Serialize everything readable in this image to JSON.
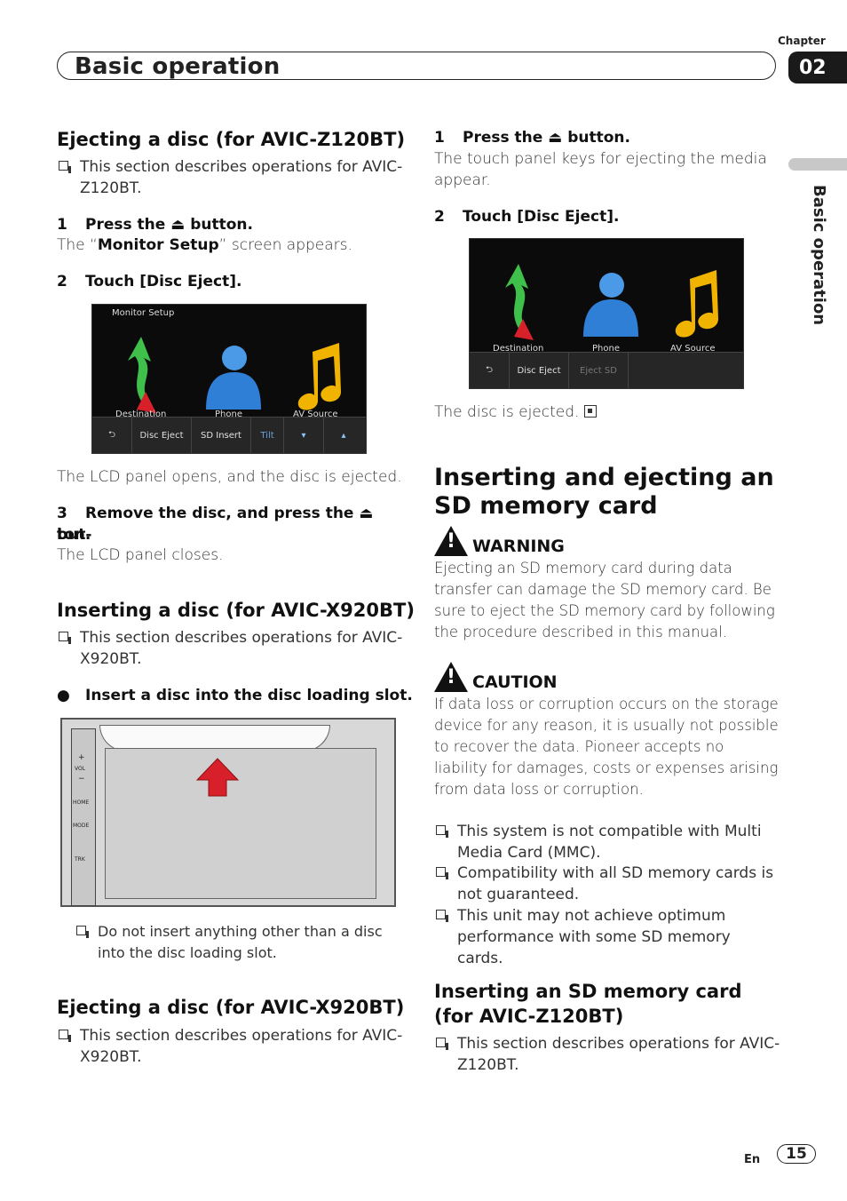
{
  "header": {
    "title": "Basic operation",
    "chapter_label": "Chapter",
    "chapter_number": "02",
    "side_tab": "Basic operation"
  },
  "left": {
    "sec1": {
      "heading": "Ejecting a disc (for AVIC-Z120BT)",
      "note": "This section describes operations for AVIC-Z120BT.",
      "step1_num": "1",
      "step1_pre": "Press the ",
      "step1_sym": "⏏",
      "step1_post": " button.",
      "step1_desc_pre": "The “",
      "step1_desc_bold": "Monitor Setup",
      "step1_desc_post": "” screen appears.",
      "step2_num": "2",
      "step2": "Touch [Disc Eject].",
      "screen": {
        "title": "Monitor Setup",
        "labels": [
          "Destination",
          "Phone",
          "AV Source"
        ],
        "buttons": [
          "Disc Eject",
          "SD Insert",
          "Tilt"
        ]
      },
      "after_screen": "The LCD panel opens, and the disc is ejected.",
      "step3_num": "3",
      "step3_pre": "Remove the disc, and press the ",
      "step3_sym": "⏏",
      "step3_post": " but-",
      "step3_line2": "ton.",
      "step3_desc": "The LCD panel closes."
    },
    "sec2": {
      "heading": "Inserting a disc (for AVIC-X920BT)",
      "note": "This section describes operations for AVIC-X920BT.",
      "dot_step": "Insert a disc into the disc loading slot.",
      "device_labels": {
        "vol": "VOL",
        "home": "HOME",
        "mode": "MODE",
        "trk": "TRK",
        "plus": "+",
        "minus": "−"
      },
      "note2": "Do not insert anything other than a disc into the disc loading slot."
    },
    "sec3": {
      "heading": "Ejecting a disc (for AVIC-X920BT)",
      "note": "This section describes operations for AVIC-X920BT."
    }
  },
  "right": {
    "step1_num": "1",
    "step1_pre": "Press the ",
    "step1_sym": "⏏",
    "step1_post": " button.",
    "step1_desc": "The touch panel keys for ejecting the media appear.",
    "step2_num": "2",
    "step2": "Touch [Disc Eject].",
    "screen": {
      "labels": [
        "Destination",
        "Phone",
        "AV Source"
      ],
      "buttons": [
        "Disc Eject",
        "Eject SD"
      ]
    },
    "after_screen": "The disc is ejected.",
    "heading_big_1": "Inserting and ejecting an",
    "heading_big_2": "SD memory card",
    "warning_title": "WARNING",
    "warning_text": "Ejecting an SD memory card during data transfer can damage the SD memory card. Be sure to eject the SD memory card by following the procedure described in this manual.",
    "caution_title": "CAUTION",
    "caution_text": "If data loss or corruption occurs on the storage device for any reason, it is usually not possible to recover the data. Pioneer accepts no liability for damages, costs or expenses arising from data loss or corruption.",
    "bullets": [
      "This system is not compatible with Multi Media Card (MMC).",
      "Compatibility with all SD memory cards is not guaranteed.",
      "This unit may not achieve optimum performance with some SD memory cards."
    ],
    "sub_heading_1": "Inserting an SD memory card",
    "sub_heading_2": "(for AVIC-Z120BT)",
    "sub_note": "This section describes operations for AVIC-Z120BT."
  },
  "footer": {
    "lang": "En",
    "page": "15"
  },
  "colors": {
    "screen_bg": "#0b0b0b",
    "arrow_red": "#d8202a",
    "note_yellow": "#f0b400",
    "phone_blue": "#2f7fd6"
  }
}
